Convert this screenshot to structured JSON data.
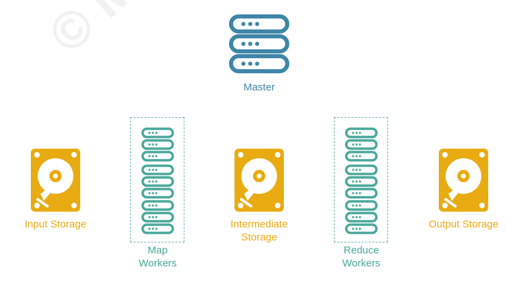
{
  "watermark": "© Michae",
  "master": {
    "label": "Master"
  },
  "storages": [
    {
      "label": "Input Storage"
    },
    {
      "label": "Intermediate Storage"
    },
    {
      "label": "Output Storage"
    }
  ],
  "map_workers": {
    "label_line1": "Map",
    "label_line2": "Workers"
  },
  "reduce_workers": {
    "label_line1": "Reduce",
    "label_line2": "Workers"
  },
  "colors": {
    "master": "#3f86a8",
    "storage": "#e8ab12",
    "workers": "#4aa79b"
  },
  "icons": {
    "master": "server-icon",
    "storage": "hard-drive-icon",
    "workers": "server-icon"
  }
}
